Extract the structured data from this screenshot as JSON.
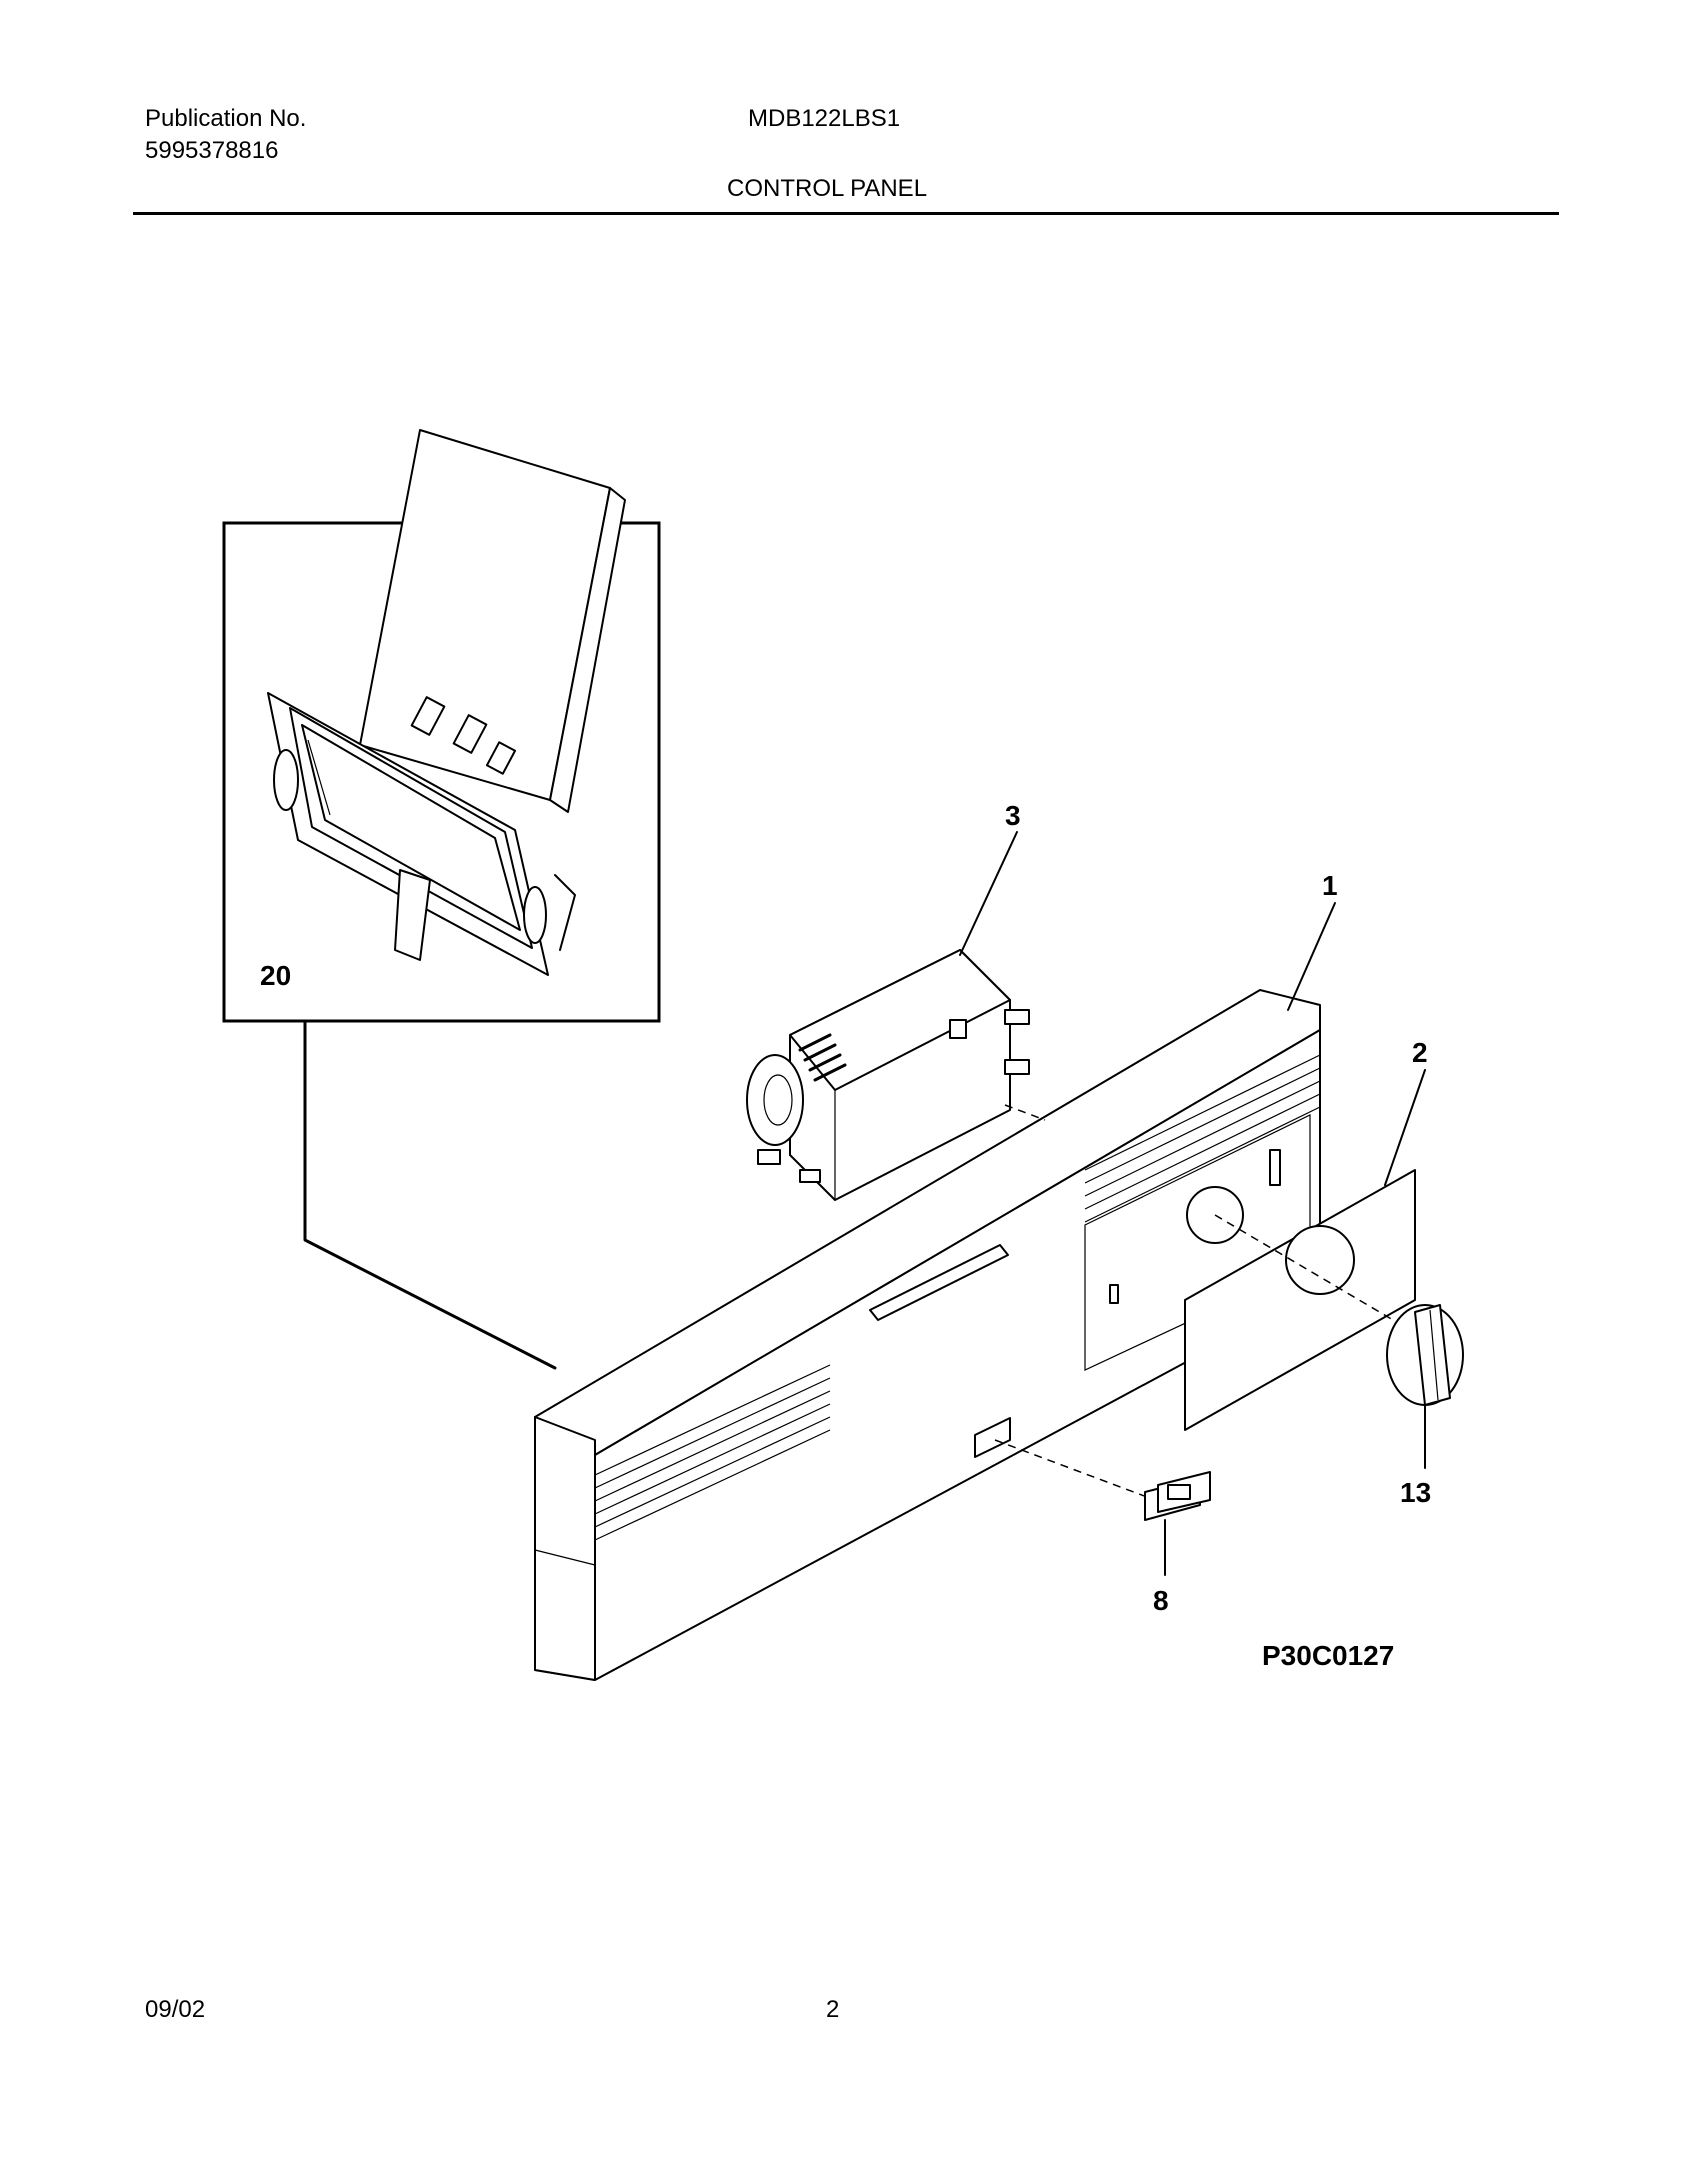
{
  "header": {
    "publication_label": "Publication No.",
    "publication_number": "5995378816",
    "model": "MDB122LBS1",
    "section_title": "CONTROL PANEL"
  },
  "diagram": {
    "callouts": {
      "inset_part": "20",
      "timer": "3",
      "console": "1",
      "overlay": "2",
      "knob": "13",
      "switch": "8"
    },
    "drawing_code": "P30C0127"
  },
  "footer": {
    "date": "09/02",
    "page": "2"
  }
}
